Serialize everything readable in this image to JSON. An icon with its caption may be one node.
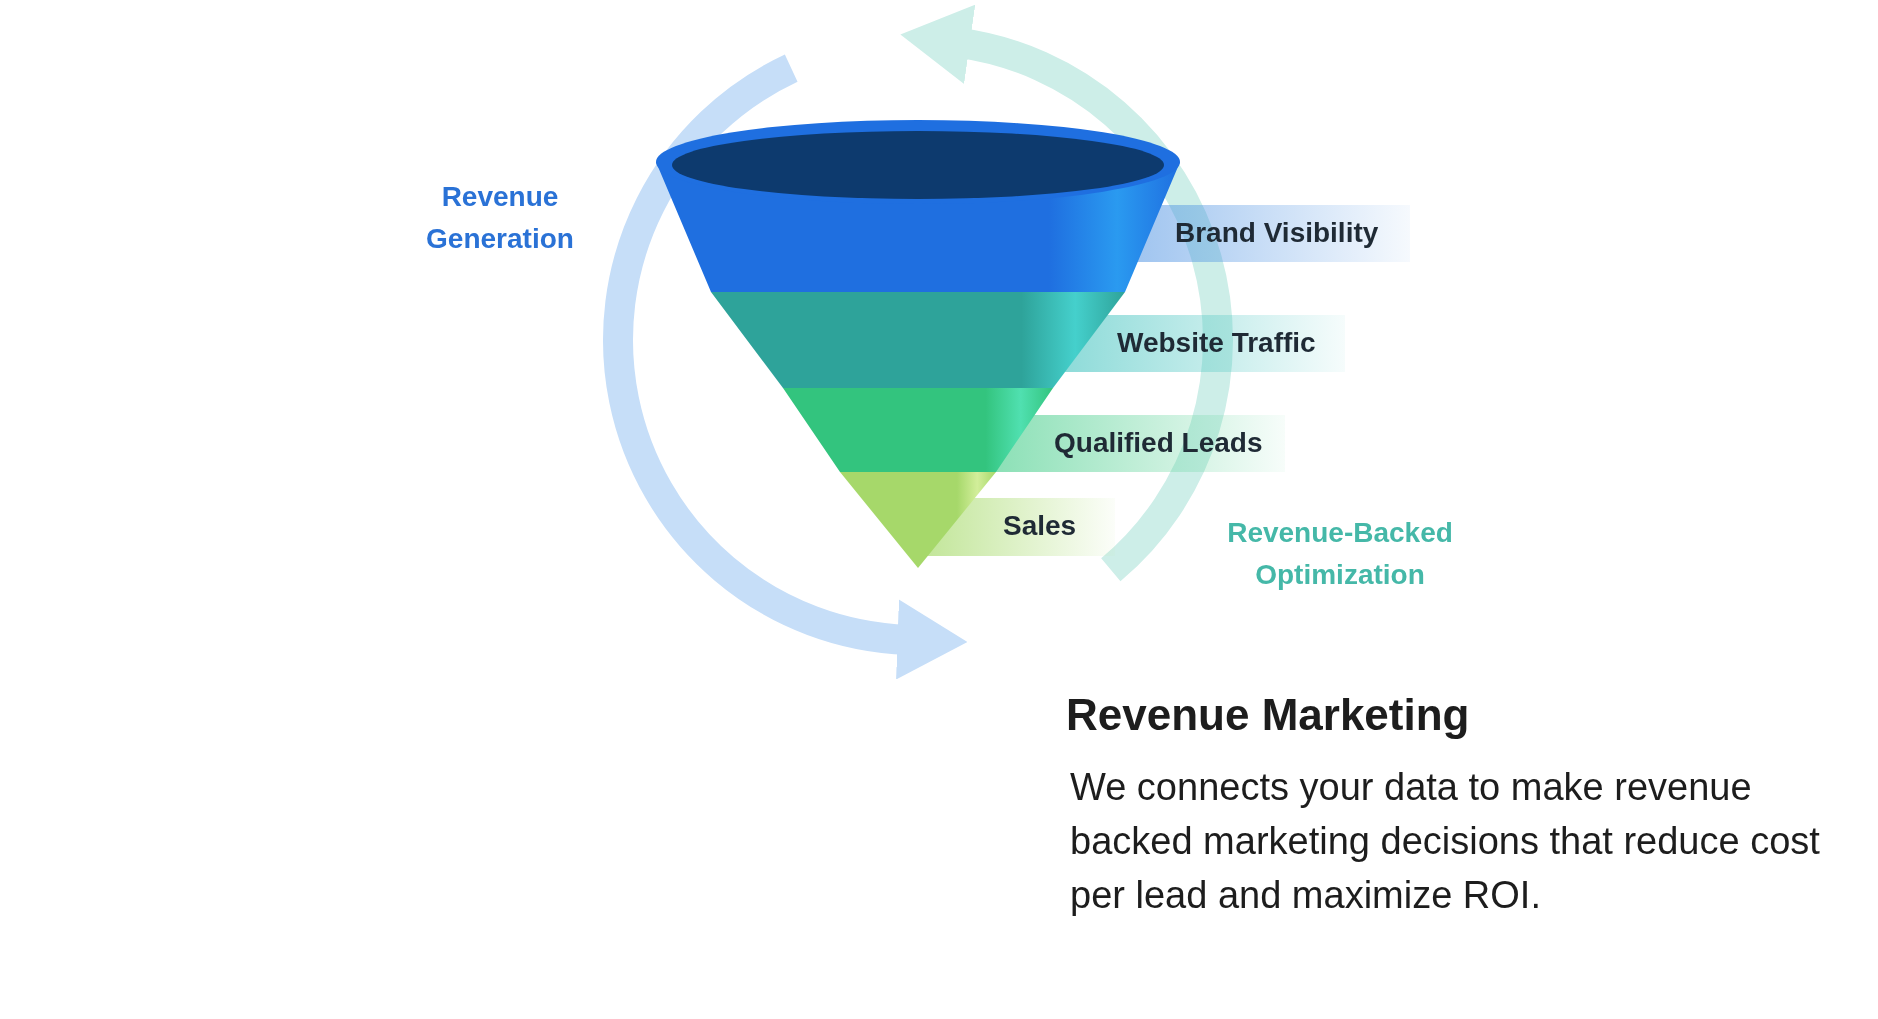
{
  "diagram": {
    "title": "Revenue Marketing",
    "caption": "We connects your data to make revenue backed marketing decisions that reduce cost per lead and maximize ROI.",
    "nodes": [
      {
        "text": [
          "Brand Visibility"
        ]
      },
      {
        "text": [
          "Website Traffic"
        ]
      },
      {
        "text": [
          "Qualified Leads"
        ]
      },
      {
        "text": [
          "Sales"
        ]
      }
    ],
    "labels": [
      "Revenue Generation",
      "Revenue-Backed Optimization"
    ]
  }
}
